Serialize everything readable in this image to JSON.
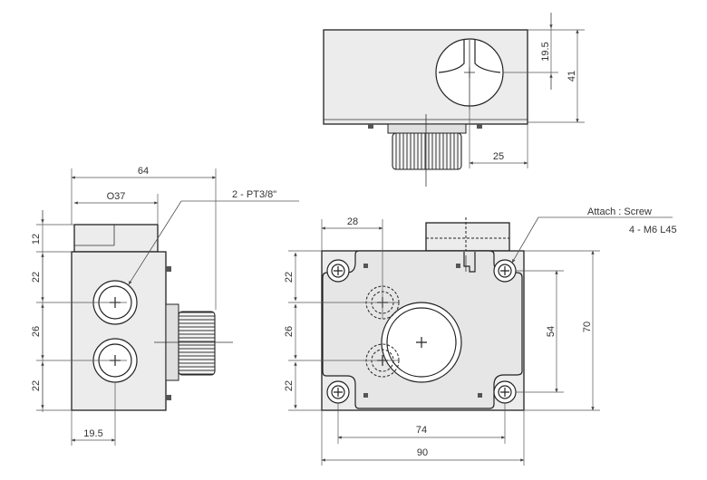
{
  "top_view": {
    "dim_19_5": "19.5",
    "dim_41": "41",
    "dim_25": "25"
  },
  "side_view": {
    "dim_64": "64",
    "dim_o37": "O37",
    "port_label": "2 - PT3/8\"",
    "dim_12": "12",
    "dim_22_top": "22",
    "dim_26": "26",
    "dim_22_bottom": "22",
    "dim_19_5": "19.5"
  },
  "front_view": {
    "dim_28": "28",
    "attach_label_1": "Attach : Screw",
    "attach_label_2": "4 - M6 L45",
    "dim_22_top": "22",
    "dim_26": "26",
    "dim_22_bottom": "22",
    "dim_54": "54",
    "dim_70": "70",
    "dim_74": "74",
    "dim_90": "90"
  }
}
